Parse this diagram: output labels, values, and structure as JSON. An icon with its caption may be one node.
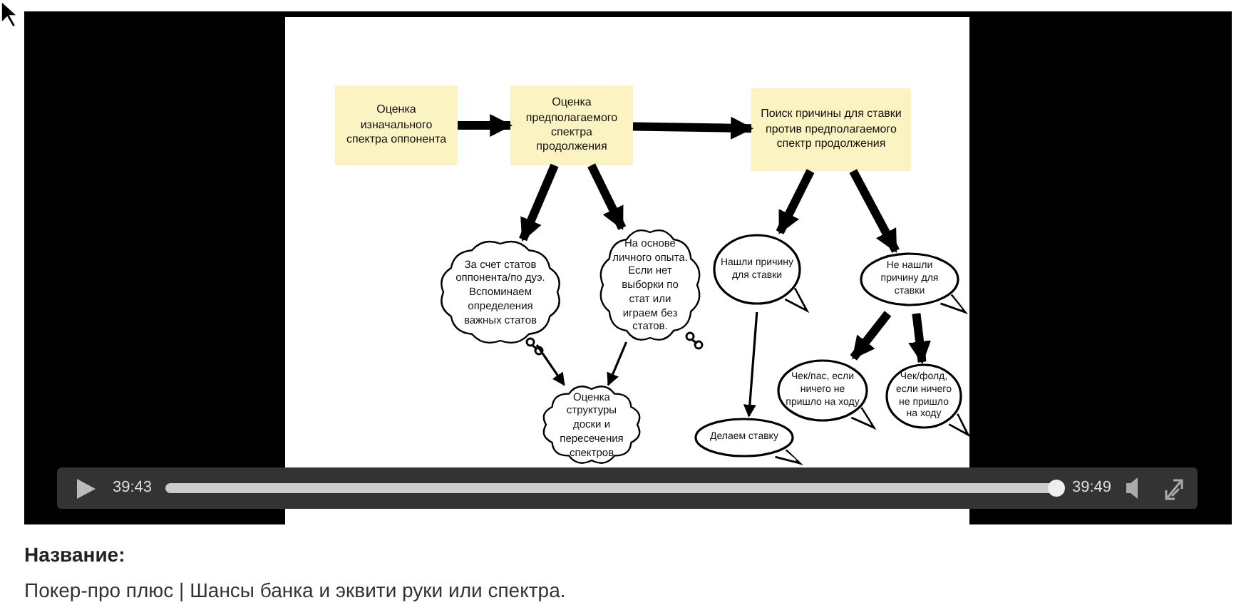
{
  "diagram": {
    "nodes": [
      {
        "text": [
          "Оценка изначального спектра оппонента"
        ]
      },
      {
        "text": [
          "Оценка предполагаемого спектра продолжения"
        ]
      },
      {
        "text": [
          "Поиск причины для ставки против предполагаемого спектр продолжения"
        ]
      },
      {
        "text": [
          "За счет статов оппонента/по дуэ. Вспоминаем определения важных статов"
        ]
      },
      {
        "text": [
          "На основе личного опыта. Если нет выборки по стат или играем без статов."
        ]
      },
      {
        "text": [
          "Оценка структуры доски и пересечения спектров"
        ]
      },
      {
        "text": [
          "Нашли причину для ставки"
        ]
      },
      {
        "text": [
          "Не нашли причину для ставки"
        ]
      },
      {
        "text": [
          "Чек/пас, если ничего не пришло на ходу"
        ]
      },
      {
        "text": [
          "Чек/фолд, если ничего не пришло на ходу"
        ]
      },
      {
        "text": [
          "Делаем ставку"
        ]
      }
    ],
    "edges": [
      {
        "from": 0,
        "to": 1,
        "arrow": "to"
      },
      {
        "from": 1,
        "to": 2,
        "arrow": "to"
      },
      {
        "from": 1,
        "to": 3,
        "arrow": "to"
      },
      {
        "from": 1,
        "to": 4,
        "arrow": "to"
      },
      {
        "from": 3,
        "to": 5,
        "arrow": "to"
      },
      {
        "from": 4,
        "to": 5,
        "arrow": "to"
      },
      {
        "from": 2,
        "to": 6,
        "arrow": "to"
      },
      {
        "from": 2,
        "to": 7,
        "arrow": "to"
      },
      {
        "from": 7,
        "to": 8,
        "arrow": "to"
      },
      {
        "from": 7,
        "to": 9,
        "arrow": "to"
      },
      {
        "from": 6,
        "to": 10,
        "arrow": "to"
      }
    ],
    "labels": [
      "39:43",
      "39:49",
      "Название:",
      "Покер-про плюс | Шансы банка и эквити руки или спектра."
    ]
  }
}
